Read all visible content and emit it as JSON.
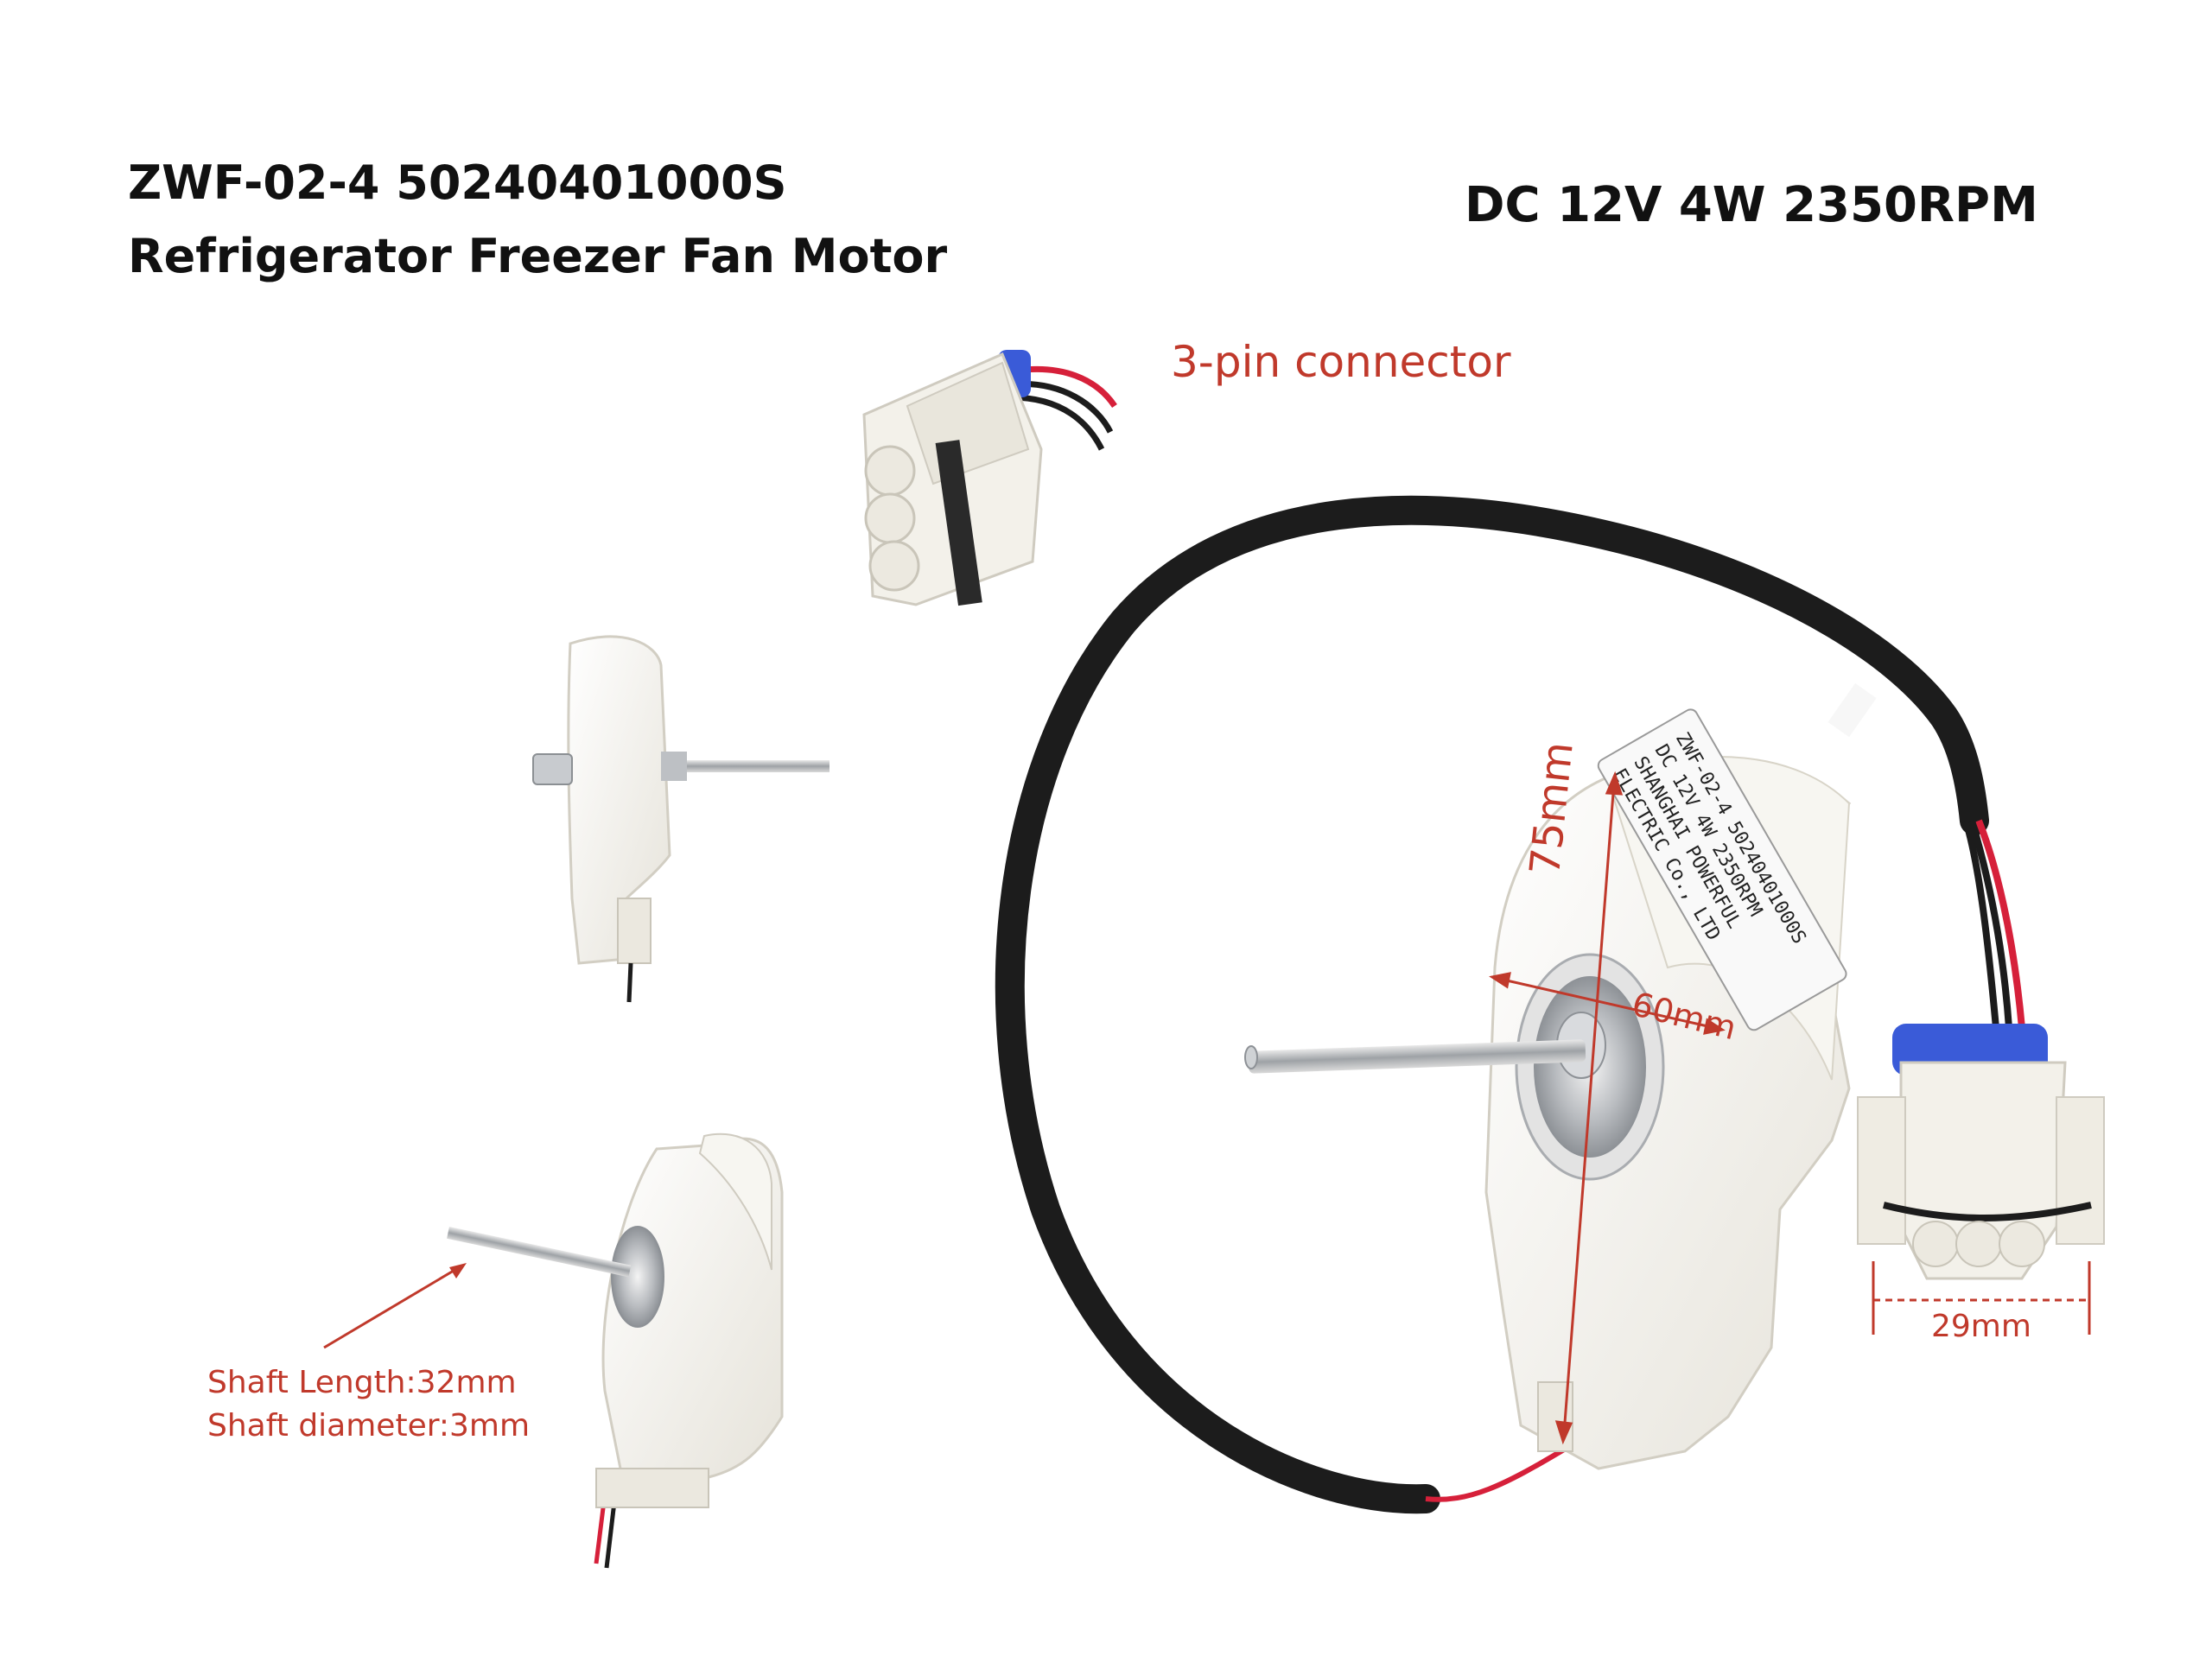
{
  "header": {
    "title_line1": "ZWF-02-4 50240401000S",
    "title_line2": "Refrigerator Freezer Fan Motor",
    "specs": "DC 12V 4W 2350RPM"
  },
  "annotations": {
    "connector": "3-pin connector",
    "shaft_length": "Shaft Length:32mm",
    "shaft_diameter": "Shaft diameter:3mm",
    "dim_height": "75mm",
    "dim_width": "60mm",
    "dim_connector": "29mm"
  },
  "label_sticker": {
    "line1": "ZWF-02-4 50240401000S",
    "line2": "DC 12V 4W 2350RPM",
    "line3": "SHANGHAI POWERFUL",
    "line4": "ELECTRIC Co., LTD"
  },
  "colors": {
    "annotation": "#c0392b",
    "motor_body": "#f3f1ea",
    "cable": "#1c1c1c",
    "wire_red": "#d6203a",
    "connector_blue": "#3a5bd8"
  }
}
